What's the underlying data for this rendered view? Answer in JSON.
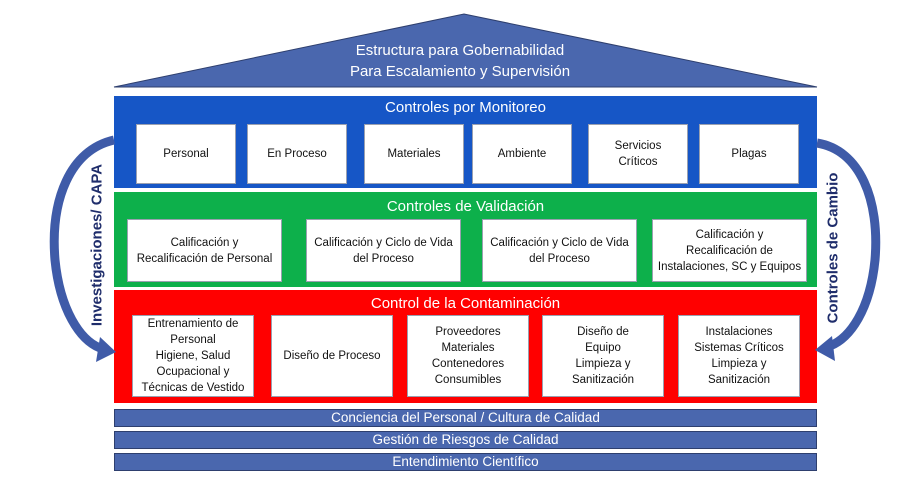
{
  "colors": {
    "roof": "#4a67ae",
    "monitoring": "#1656c6",
    "validation": "#0db04b",
    "contamination": "#ff0000",
    "foundation": "#4a67ae",
    "arrow": "#3f5ba8",
    "side_text": "#1f2d6b"
  },
  "roof": {
    "line1": "Estructura para Gobernabilidad",
    "line2": "Para Escalamiento y Supervisión"
  },
  "monitoring": {
    "title": "Controles por Monitoreo",
    "items": [
      "Personal",
      "En Proceso",
      "Materiales",
      "Ambiente",
      "Servicios\nCríticos",
      "Plagas"
    ]
  },
  "validation": {
    "title": "Controles de Validación",
    "items": [
      "Calificación y\nRecalificación de Personal",
      "Calificación y Ciclo de Vida\ndel Proceso",
      "Calificación y Ciclo de Vida\ndel Proceso",
      "Calificación y\nRecalificación de\nInstalaciones, SC y Equipos"
    ]
  },
  "contamination": {
    "title": "Control de la Contaminación",
    "items": [
      "Entrenamiento de\nPersonal\nHigiene, Salud\nOcupacional y\nTécnicas de Vestido",
      "Diseño de Proceso",
      "Proveedores\nMateriales\nContenedores\nConsumibles",
      "Diseño de\nEquipo\nLimpieza y\nSanitización",
      "Instalaciones\nSistemas Críticos\nLimpieza y\nSanitización"
    ]
  },
  "foundation": [
    "Conciencia del Personal / Cultura de Calidad",
    "Gestión de Riesgos de Calidad",
    "Entendimiento Científico"
  ],
  "side": {
    "left": "Investigaciones/ CAPA",
    "right": "Controles de Cambio"
  }
}
